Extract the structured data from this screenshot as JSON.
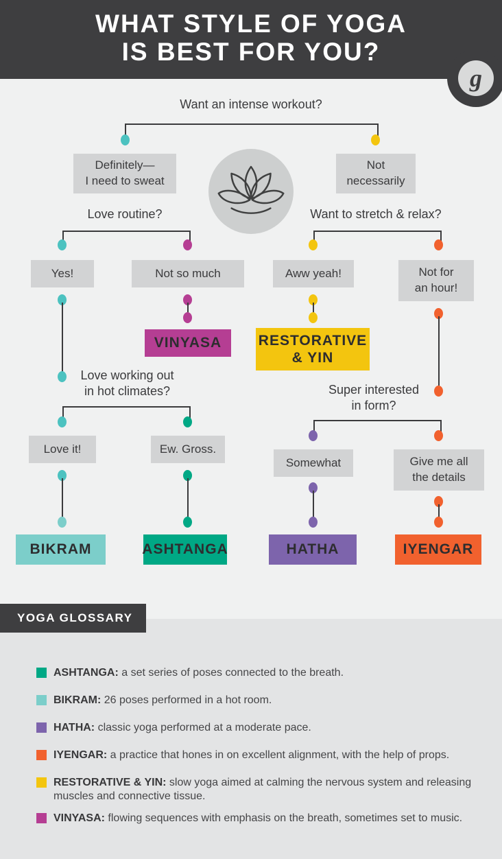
{
  "header": {
    "title": "WHAT STYLE OF YOGA\nIS BEST FOR YOU?",
    "logo_letter": "g"
  },
  "colors": {
    "dark": "#3e3e40",
    "flow_bg": "#f0f1f1",
    "glossary_bg": "#e3e4e5",
    "box_gray": "#d2d3d4",
    "line": "#3a3a3c",
    "teal": "#4cc2c0",
    "light_teal": "#7cceca",
    "green": "#00a885",
    "magenta": "#b53e93",
    "yellow": "#f3c50f",
    "purple": "#7d64ac",
    "orange": "#f1612e"
  },
  "flow": {
    "q_intense": "Want an intense workout?",
    "a_definitely": "Definitely—\nI need to sweat",
    "a_not_necessarily": "Not\nnecessarily",
    "q_routine": "Love routine?",
    "q_stretch": "Want to stretch & relax?",
    "a_yes": "Yes!",
    "a_not_so_much": "Not so much",
    "a_aww_yeah": "Aww yeah!",
    "a_not_hour": "Not for\nan hour!",
    "r_vinyasa": "VINYASA",
    "r_restorative": "RESTORATIVE\n& YIN",
    "q_hot": "Love working out\nin hot climates?",
    "q_form": "Super interested\nin form?",
    "a_love_it": "Love it!",
    "a_ew": "Ew. Gross.",
    "a_somewhat": "Somewhat",
    "a_details": "Give me all\nthe details",
    "r_bikram": "BIKRAM",
    "r_ashtanga": "ASHTANGA",
    "r_hatha": "HATHA",
    "r_iyengar": "IYENGAR"
  },
  "glossary": {
    "title": "YOGA GLOSSARY",
    "entries": [
      {
        "term": "ASHTANGA:",
        "desc": " a set series of poses connected to the breath.",
        "color": "#00a885"
      },
      {
        "term": "BIKRAM:",
        "desc": " 26 poses performed in a hot room.",
        "color": "#7cceca"
      },
      {
        "term": "HATHA:",
        "desc": " classic yoga performed at a moderate pace.",
        "color": "#7d64ac"
      },
      {
        "term": "IYENGAR:",
        "desc": " a practice that hones in on excellent alignment, with the help of props.",
        "color": "#f1612e"
      },
      {
        "term": "RESTORATIVE & YIN:",
        "desc": " slow yoga aimed at calming the nervous system and releasing muscles and connective tissue.",
        "color": "#f3c50f"
      },
      {
        "term": "VINYASA:",
        "desc": " flowing sequences with emphasis on the breath, sometimes set to music.",
        "color": "#b53e93"
      }
    ]
  }
}
